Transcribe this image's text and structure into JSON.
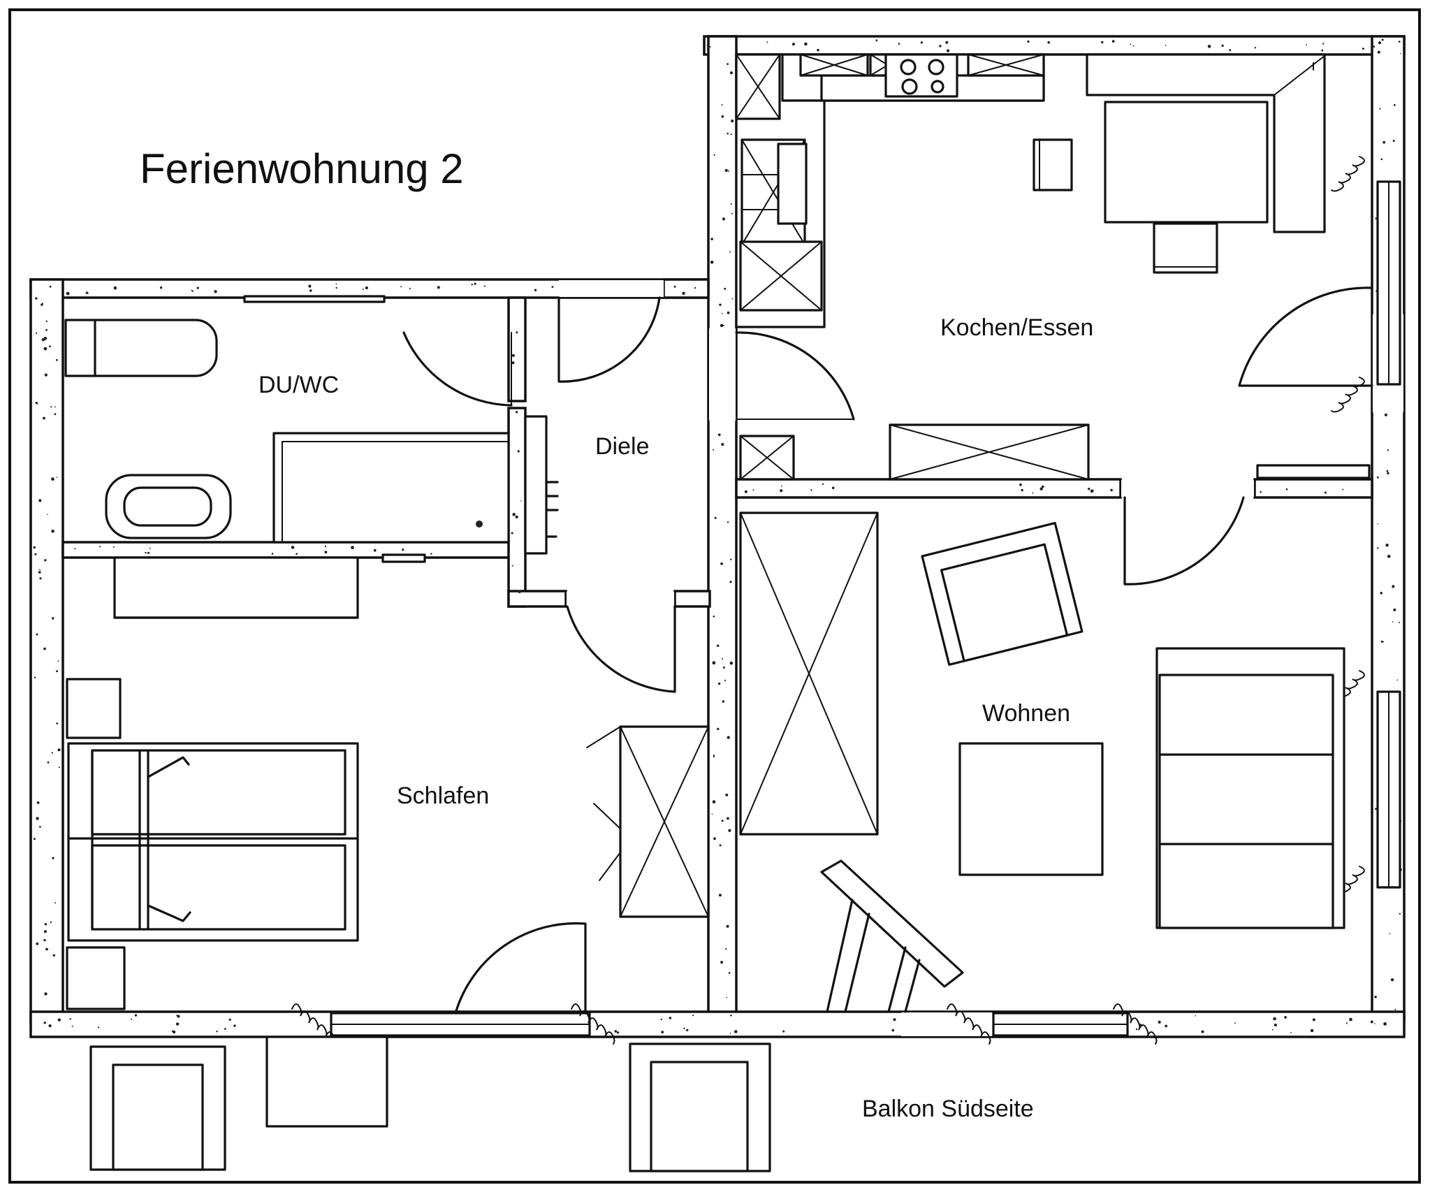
{
  "title": "Ferienwohnung 2",
  "rooms": {
    "bath": "DU/WC",
    "hall": "Diele",
    "kitchen": "Kochen/Essen",
    "living": "Wohnen",
    "bedroom": "Schlafen",
    "balcony": "Balkon Südseite"
  }
}
